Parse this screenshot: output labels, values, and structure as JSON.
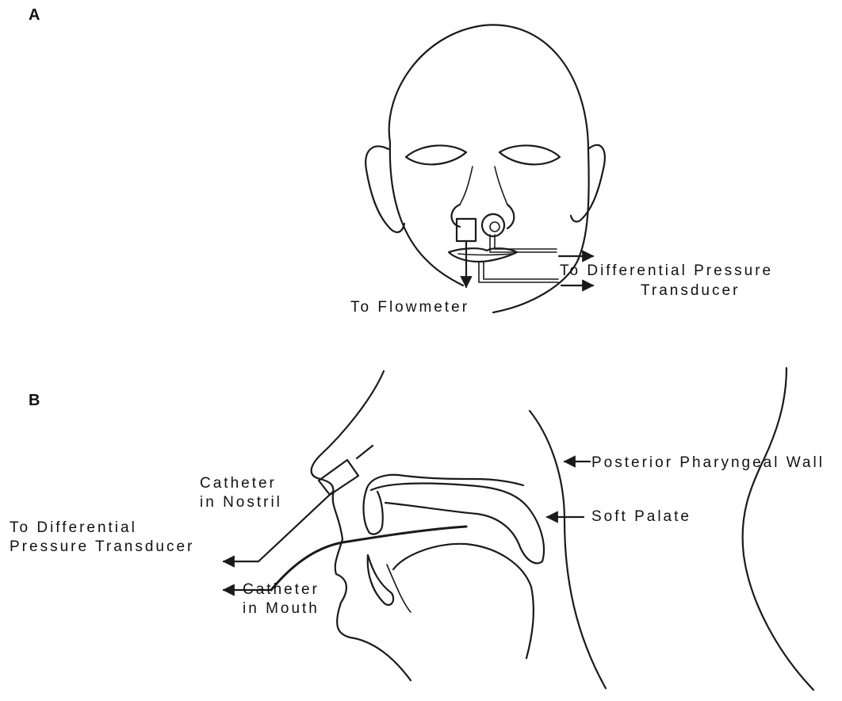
{
  "panels": {
    "a": "A",
    "b": "B"
  },
  "panel_a": {
    "to_flowmeter": "To Flowmeter",
    "to_transducer_line1": "To Differential Pressure",
    "to_transducer_line2": "Transducer"
  },
  "panel_b": {
    "posterior_pharyngeal_wall": "Posterior Pharyngeal Wall",
    "soft_palate": "Soft Palate",
    "catheter_nostril_line1": "Catheter",
    "catheter_nostril_line2": "in Nostril",
    "to_transducer_line1": "To Differential",
    "to_transducer_line2": "Pressure Transducer",
    "catheter_mouth_line1": "Catheter",
    "catheter_mouth_line2": "in Mouth"
  }
}
